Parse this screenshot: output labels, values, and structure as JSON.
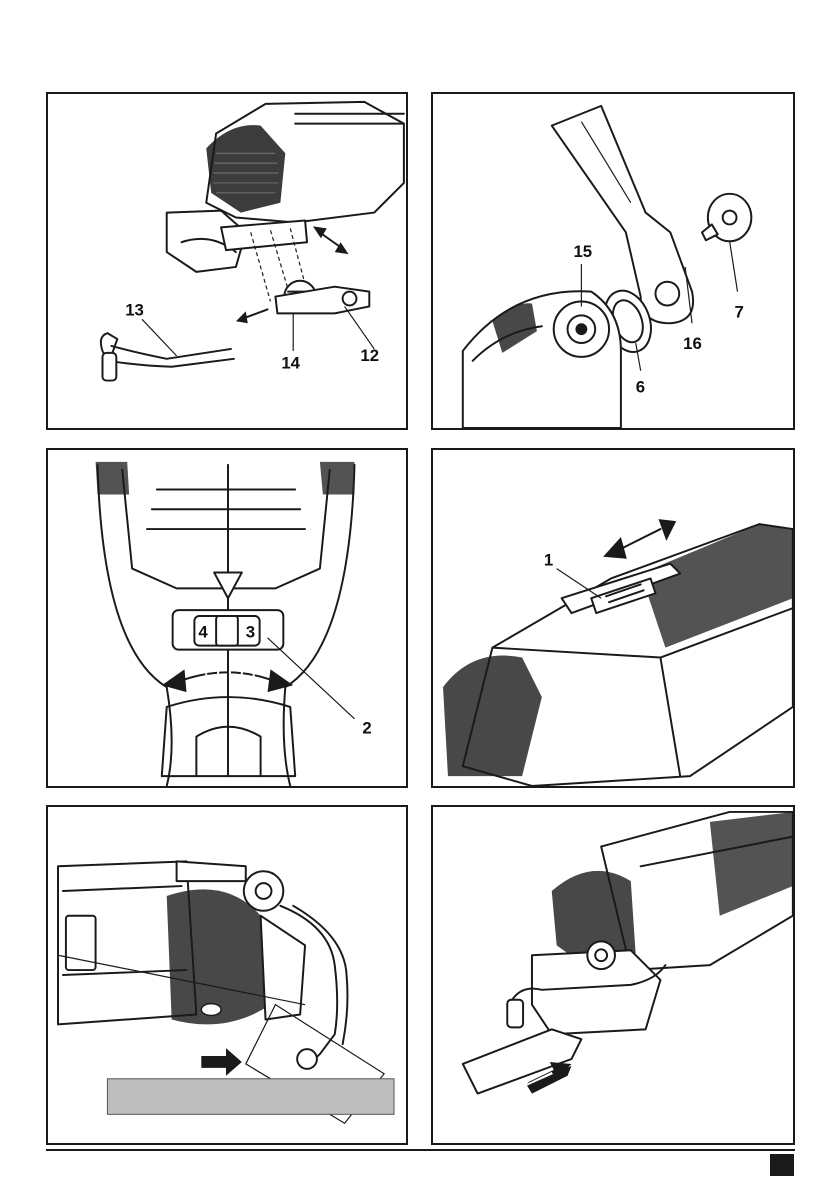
{
  "figures": [
    {
      "id": "A",
      "labels": [
        "13",
        "14",
        "12"
      ]
    },
    {
      "id": "B",
      "labels": [
        "15",
        "7",
        "16",
        "6"
      ]
    },
    {
      "id": "C",
      "labels": [
        "4",
        "3",
        "2"
      ]
    },
    {
      "id": "D",
      "labels": [
        "1"
      ]
    },
    {
      "id": "E",
      "labels": []
    },
    {
      "id": "F",
      "labels": []
    }
  ]
}
